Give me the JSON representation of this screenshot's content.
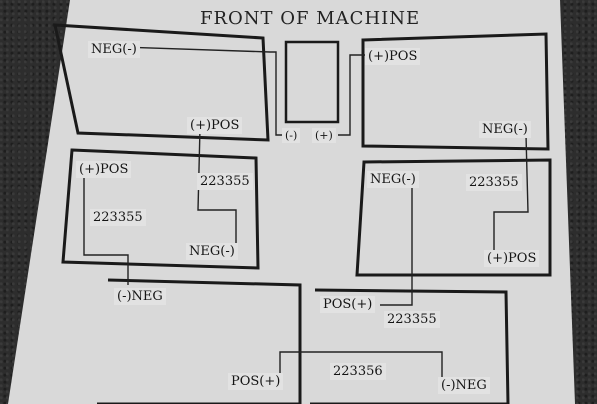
{
  "title": "FRONT OF MACHINE",
  "labels": {
    "tl_neg": "NEG(-)",
    "tl_pos": "(+)POS",
    "center_neg": "(-)",
    "center_pos": "(+)",
    "tr_pos": "(+)POS",
    "tr_neg": "NEG(-)",
    "ml_pos": "(+)POS",
    "ml_num1": "223355",
    "ml_num2": "223355",
    "ml_neg": "NEG(-)",
    "mr_neg": "NEG(-)",
    "mr_num": "223355",
    "mr_pos": "(+)POS",
    "bl_neg": "(-)NEG",
    "bl_pos": "POS(+)",
    "br_pos": "POS(+)",
    "br_num1": "223355",
    "br_num2": "223356",
    "br_neg": "(-)NEG"
  }
}
